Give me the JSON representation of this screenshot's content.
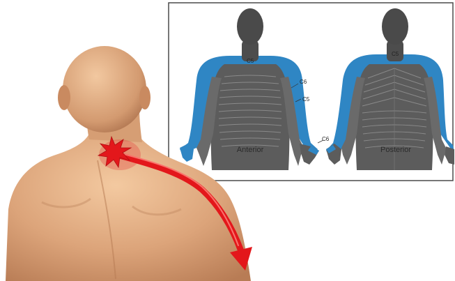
{
  "dermatome_panel": {
    "views": [
      {
        "label": "Anterior"
      },
      {
        "label": "Posterior"
      }
    ],
    "segment_labels": {
      "anterior_shoulder": "C5",
      "anterior_upper_arm": "C6",
      "anterior_forearm": "C5",
      "anterior_hand": "C6",
      "posterior_shoulder": "C5"
    }
  },
  "colors": {
    "dermatome_blue": "#2f86c4",
    "body_gray": "#5c5c5c",
    "arrow_red": "#e3171b",
    "skin": "#e3ad7f"
  },
  "icons": [
    "neck-pain-burst-icon",
    "radiating-pain-arrow-icon"
  ]
}
